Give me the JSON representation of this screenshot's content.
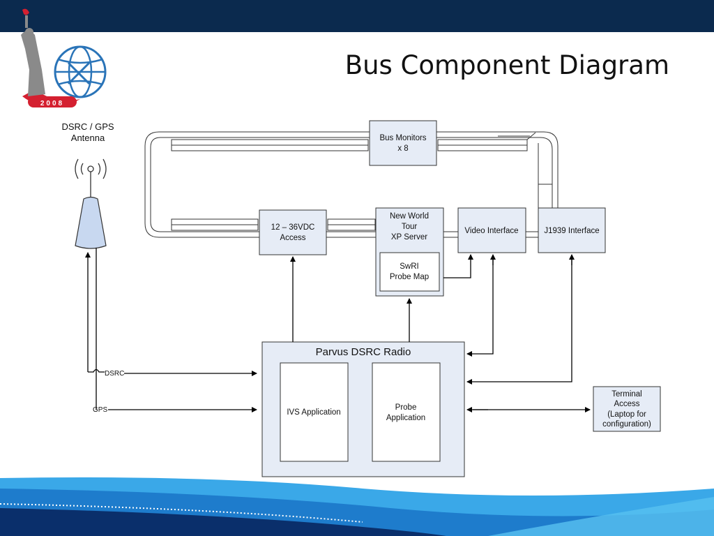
{
  "slide": {
    "title": "Bus Component Diagram",
    "logo_year": "2008"
  },
  "antenna": {
    "label_line1": "DSRC / GPS",
    "label_line2": "Antenna"
  },
  "components": {
    "bus_monitors": {
      "line1": "Bus Monitors",
      "line2": "x 8"
    },
    "power": {
      "line1": "12 – 36VDC",
      "line2": "Access"
    },
    "server": {
      "line1": "New World",
      "line2": "Tour",
      "line3": "XP Server"
    },
    "probe_map": {
      "line1": "SwRI",
      "line2": "Probe Map"
    },
    "video": {
      "label": "Video Interface"
    },
    "j1939": {
      "label": "J1939 Interface"
    },
    "radio": {
      "label": "Parvus DSRC Radio"
    },
    "ivs": {
      "label": "IVS Application"
    },
    "probe_app": {
      "line1": "Probe",
      "line2": "Application"
    },
    "terminal": {
      "line1": "Terminal",
      "line2": "Access",
      "line3": "(Laptop for",
      "line4": "configuration)"
    }
  },
  "signals": {
    "dsrc": "DSRC",
    "gps": "GPS"
  },
  "colors": {
    "header": "#0b2a4e",
    "box_fill": "#e6ecf6",
    "wave_light": "#1e90d8",
    "wave_dark": "#0a2f6b",
    "logo_red": "#d42030",
    "logo_blue": "#2a74b8"
  }
}
